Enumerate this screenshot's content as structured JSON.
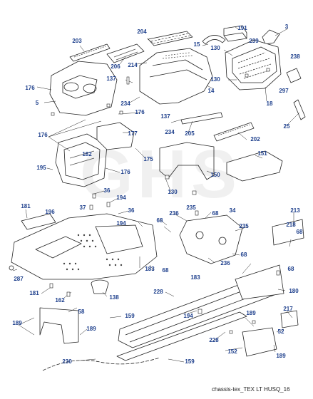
{
  "diagram": {
    "caption": "chassis-tex_TEX LT HUSQ_16",
    "watermark": "GHS",
    "colors": {
      "label": "#1d3f8c",
      "line": "#222222",
      "part_fill": "#ffffff",
      "hatch": "#444444"
    },
    "callouts": [
      {
        "text": "203"
      },
      {
        "text": "204"
      },
      {
        "text": "191"
      },
      {
        "text": "3"
      },
      {
        "text": "15"
      },
      {
        "text": "130"
      },
      {
        "text": "239"
      },
      {
        "text": "238"
      },
      {
        "text": "206"
      },
      {
        "text": "214"
      },
      {
        "text": "137"
      },
      {
        "text": "176"
      },
      {
        "text": "130"
      },
      {
        "text": "297"
      },
      {
        "text": "14"
      },
      {
        "text": "5"
      },
      {
        "text": "234"
      },
      {
        "text": "176"
      },
      {
        "text": "18"
      },
      {
        "text": "137"
      },
      {
        "text": "176"
      },
      {
        "text": "177"
      },
      {
        "text": "234"
      },
      {
        "text": "205"
      },
      {
        "text": "202"
      },
      {
        "text": "25"
      },
      {
        "text": "182"
      },
      {
        "text": "175"
      },
      {
        "text": "195"
      },
      {
        "text": "176"
      },
      {
        "text": "151"
      },
      {
        "text": "150"
      },
      {
        "text": "36"
      },
      {
        "text": "194"
      },
      {
        "text": "130"
      },
      {
        "text": "181"
      },
      {
        "text": "196"
      },
      {
        "text": "37"
      },
      {
        "text": "36"
      },
      {
        "text": "194"
      },
      {
        "text": "235"
      },
      {
        "text": "236"
      },
      {
        "text": "68"
      },
      {
        "text": "34"
      },
      {
        "text": "213"
      },
      {
        "text": "68"
      },
      {
        "text": "218"
      },
      {
        "text": "235"
      },
      {
        "text": "68"
      },
      {
        "text": "236"
      },
      {
        "text": "68"
      },
      {
        "text": "183"
      },
      {
        "text": "68"
      },
      {
        "text": "183"
      },
      {
        "text": "68"
      },
      {
        "text": "287"
      },
      {
        "text": "181"
      },
      {
        "text": "162"
      },
      {
        "text": "138"
      },
      {
        "text": "228"
      },
      {
        "text": "180"
      },
      {
        "text": "58"
      },
      {
        "text": "159"
      },
      {
        "text": "194"
      },
      {
        "text": "189"
      },
      {
        "text": "217"
      },
      {
        "text": "189"
      },
      {
        "text": "189"
      },
      {
        "text": "52"
      },
      {
        "text": "228"
      },
      {
        "text": "152"
      },
      {
        "text": "189"
      },
      {
        "text": "230"
      },
      {
        "text": "159"
      }
    ]
  }
}
